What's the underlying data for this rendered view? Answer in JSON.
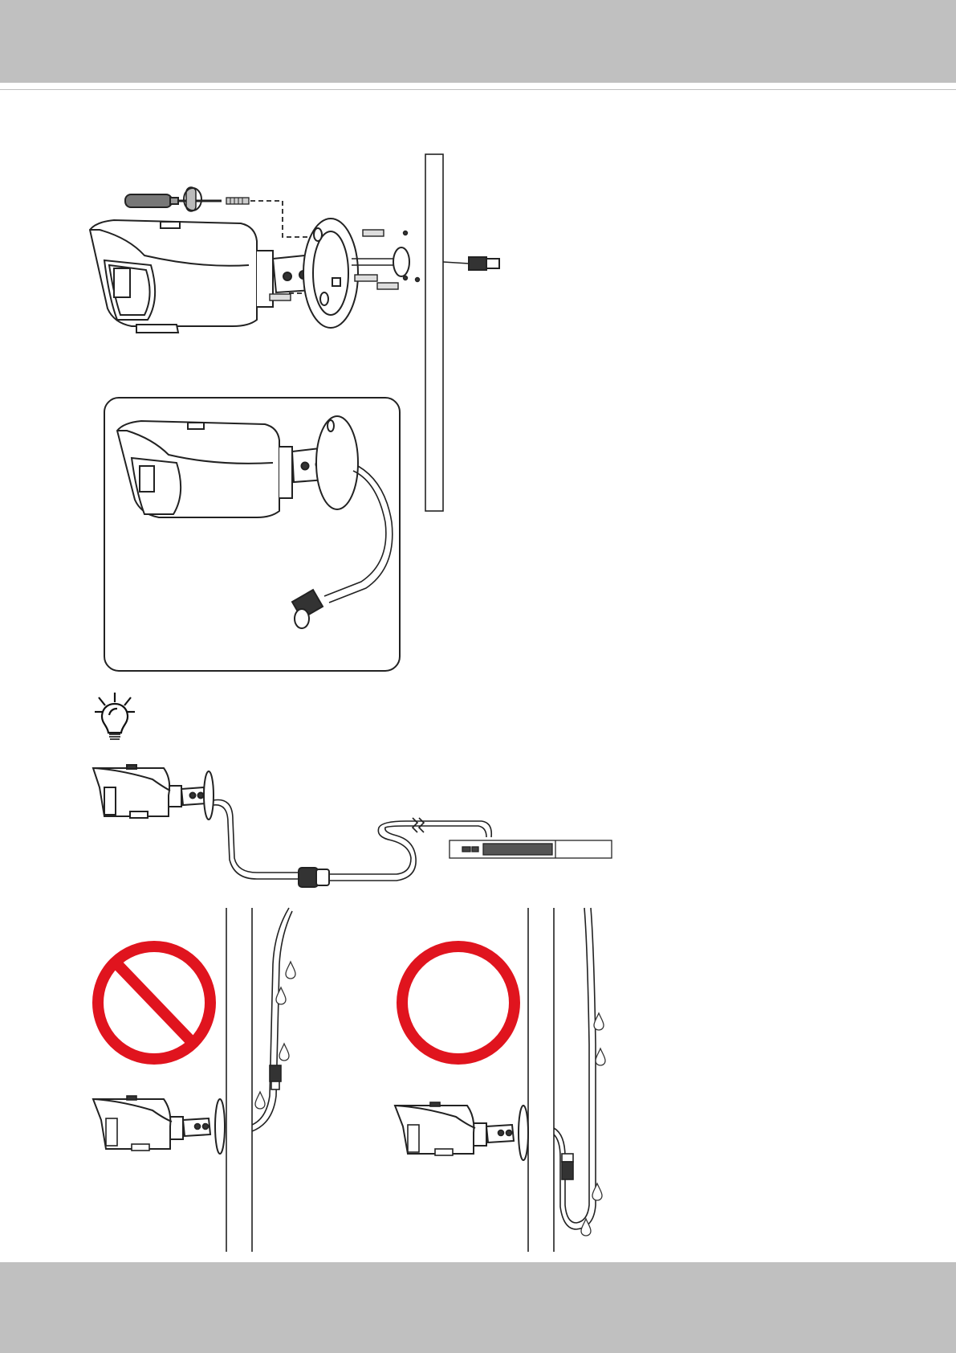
{
  "page": {
    "header_color": "#c0c0c0",
    "footer_color": "#c0c0c0"
  },
  "illustrations": [
    {
      "name": "mounting-exploded-view",
      "icon": "camera-mount-screwdriver-icon"
    },
    {
      "name": "mounted-camera-inset",
      "icon": "camera-with-cable-icon"
    },
    {
      "name": "tip",
      "icon": "lightbulb-icon"
    },
    {
      "name": "camera-to-poe-switch",
      "icon": "network-switch-icon"
    },
    {
      "name": "incorrect-cable-routing",
      "icon": "prohibited-sign-icon",
      "color": "#e0141e"
    },
    {
      "name": "correct-cable-routing",
      "icon": "correct-circle-icon",
      "color": "#e0141e"
    }
  ]
}
